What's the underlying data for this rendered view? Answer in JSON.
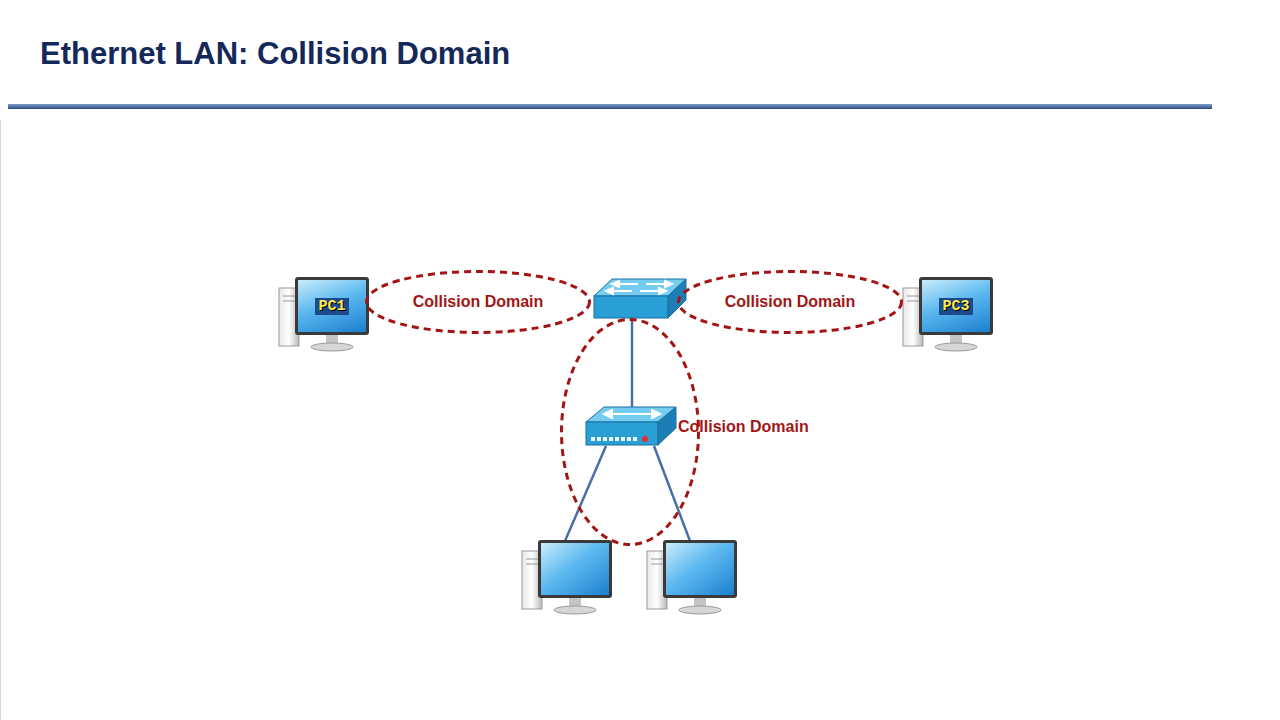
{
  "diagram": {
    "title": "Ethernet LAN: Collision Domain",
    "nodes": [
      {
        "text": [
          "PC1"
        ]
      },
      {
        "text": [
          "Collision Domain"
        ]
      },
      {
        "text": [
          "Collision Domain"
        ]
      },
      {
        "text": [
          "PC3"
        ]
      },
      {
        "text": [
          "Collision Domain"
        ]
      }
    ]
  }
}
